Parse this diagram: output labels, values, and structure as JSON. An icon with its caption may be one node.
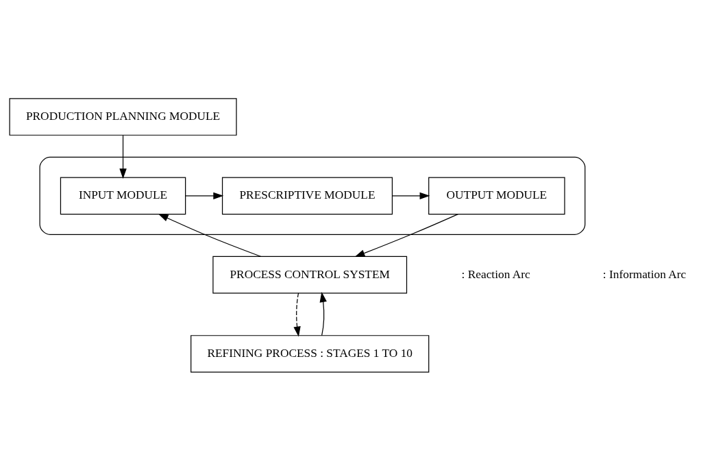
{
  "diagram": {
    "nodes": [
      {
        "text": [
          "PRODUCTION PLANNING MODULE"
        ]
      },
      {
        "text": [],
        "shape": "ellipse"
      },
      {
        "text": [
          "INPUT MODULE"
        ],
        "in": 1
      },
      {
        "text": [
          "PRESCRIPTIVE MODULE"
        ],
        "in": 1
      },
      {
        "text": [
          "OUTPUT MODULE"
        ],
        "in": 1
      },
      {
        "text": [
          "PROCESS CONTROL SYSTEM"
        ]
      },
      {
        "text": [
          "REFINING PROCESS : STAGES 1 TO 10"
        ]
      }
    ],
    "edges": [
      {
        "from": 0,
        "to": 2,
        "arrow": "to"
      },
      {
        "from": 2,
        "to": 3,
        "arrow": "to"
      },
      {
        "from": 3,
        "to": 4,
        "arrow": "to"
      },
      {
        "from": 4,
        "to": 5,
        "arrow": "to"
      },
      {
        "from": 5,
        "to": 2,
        "arrow": "to"
      },
      {
        "from": 6,
        "to": 5,
        "arrow": "to"
      },
      {
        "from": 5,
        "to": 6,
        "arrow": "to",
        "style": "dashed"
      }
    ],
    "legend": [
      {
        "text": ": Reaction Arc"
      },
      {
        "text": ": Information Arc"
      }
    ]
  }
}
